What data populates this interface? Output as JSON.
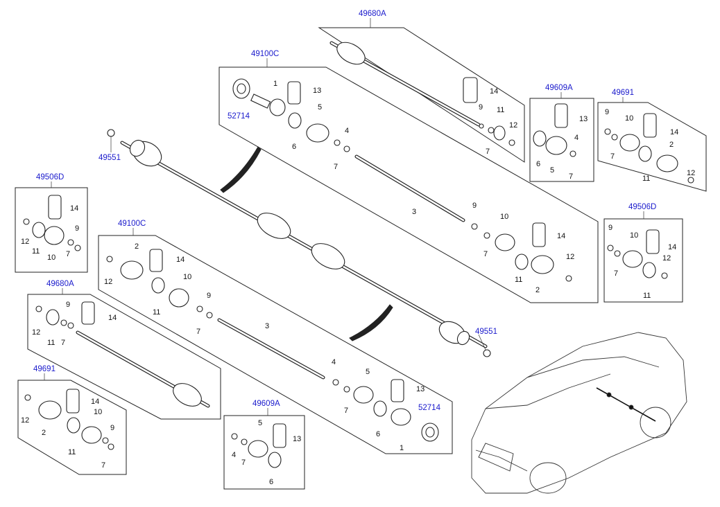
{
  "callouts": {
    "c49680A_top": "49680A",
    "c49100C_top": "49100C",
    "c49609A_right": "49609A",
    "c49691_right": "49691",
    "c49506D_left": "49506D",
    "c49506D_right": "49506D",
    "c49100C_mid": "49100C",
    "c49680A_left": "49680A",
    "c49691_left": "49691",
    "c49609A_bottom": "49609A",
    "c52714_top": "52714",
    "c52714_bottom": "52714",
    "c49551_left": "49551",
    "c49551_right": "49551"
  },
  "labels": {
    "n1a": "1",
    "n13a": "13",
    "n6a": "6",
    "n5a": "5",
    "n4a": "4",
    "n7a": "7",
    "n3a": "3",
    "n9a": "9",
    "n10a": "10",
    "n14a": "14",
    "n7b": "7",
    "n12a": "12",
    "n11a": "11",
    "n2a": "2",
    "t14": "14",
    "t9": "9",
    "t11": "11",
    "t7": "7",
    "t12": "12",
    "r13": "13",
    "r6": "6",
    "r5": "5",
    "r4": "4",
    "r7": "7",
    "g9": "9",
    "g10": "10",
    "g14": "14",
    "g7": "7",
    "g2": "2",
    "g12": "12",
    "g11": "11",
    "L14": "14",
    "L12": "12",
    "L11": "11",
    "L10": "10",
    "L9": "9",
    "L7": "7",
    "R9": "9",
    "R10": "10",
    "R14": "14",
    "R7": "7",
    "R12": "12",
    "R11": "11",
    "m2": "2",
    "m14": "14",
    "m12": "12",
    "m10": "10",
    "m11": "11",
    "m9": "9",
    "m7": "7",
    "m3": "3",
    "m4": "4",
    "m5": "5",
    "m13": "13",
    "m7b": "7",
    "m6": "6",
    "m1": "1",
    "a9": "9",
    "a12": "12",
    "a11": "11",
    "a7": "7",
    "a14": "14",
    "h14": "14",
    "h12": "12",
    "h10": "10",
    "h2": "2",
    "h9": "9",
    "h11": "11",
    "h7": "7",
    "b5": "5",
    "b13": "13",
    "b4": "4",
    "b7": "7",
    "b6": "6"
  }
}
